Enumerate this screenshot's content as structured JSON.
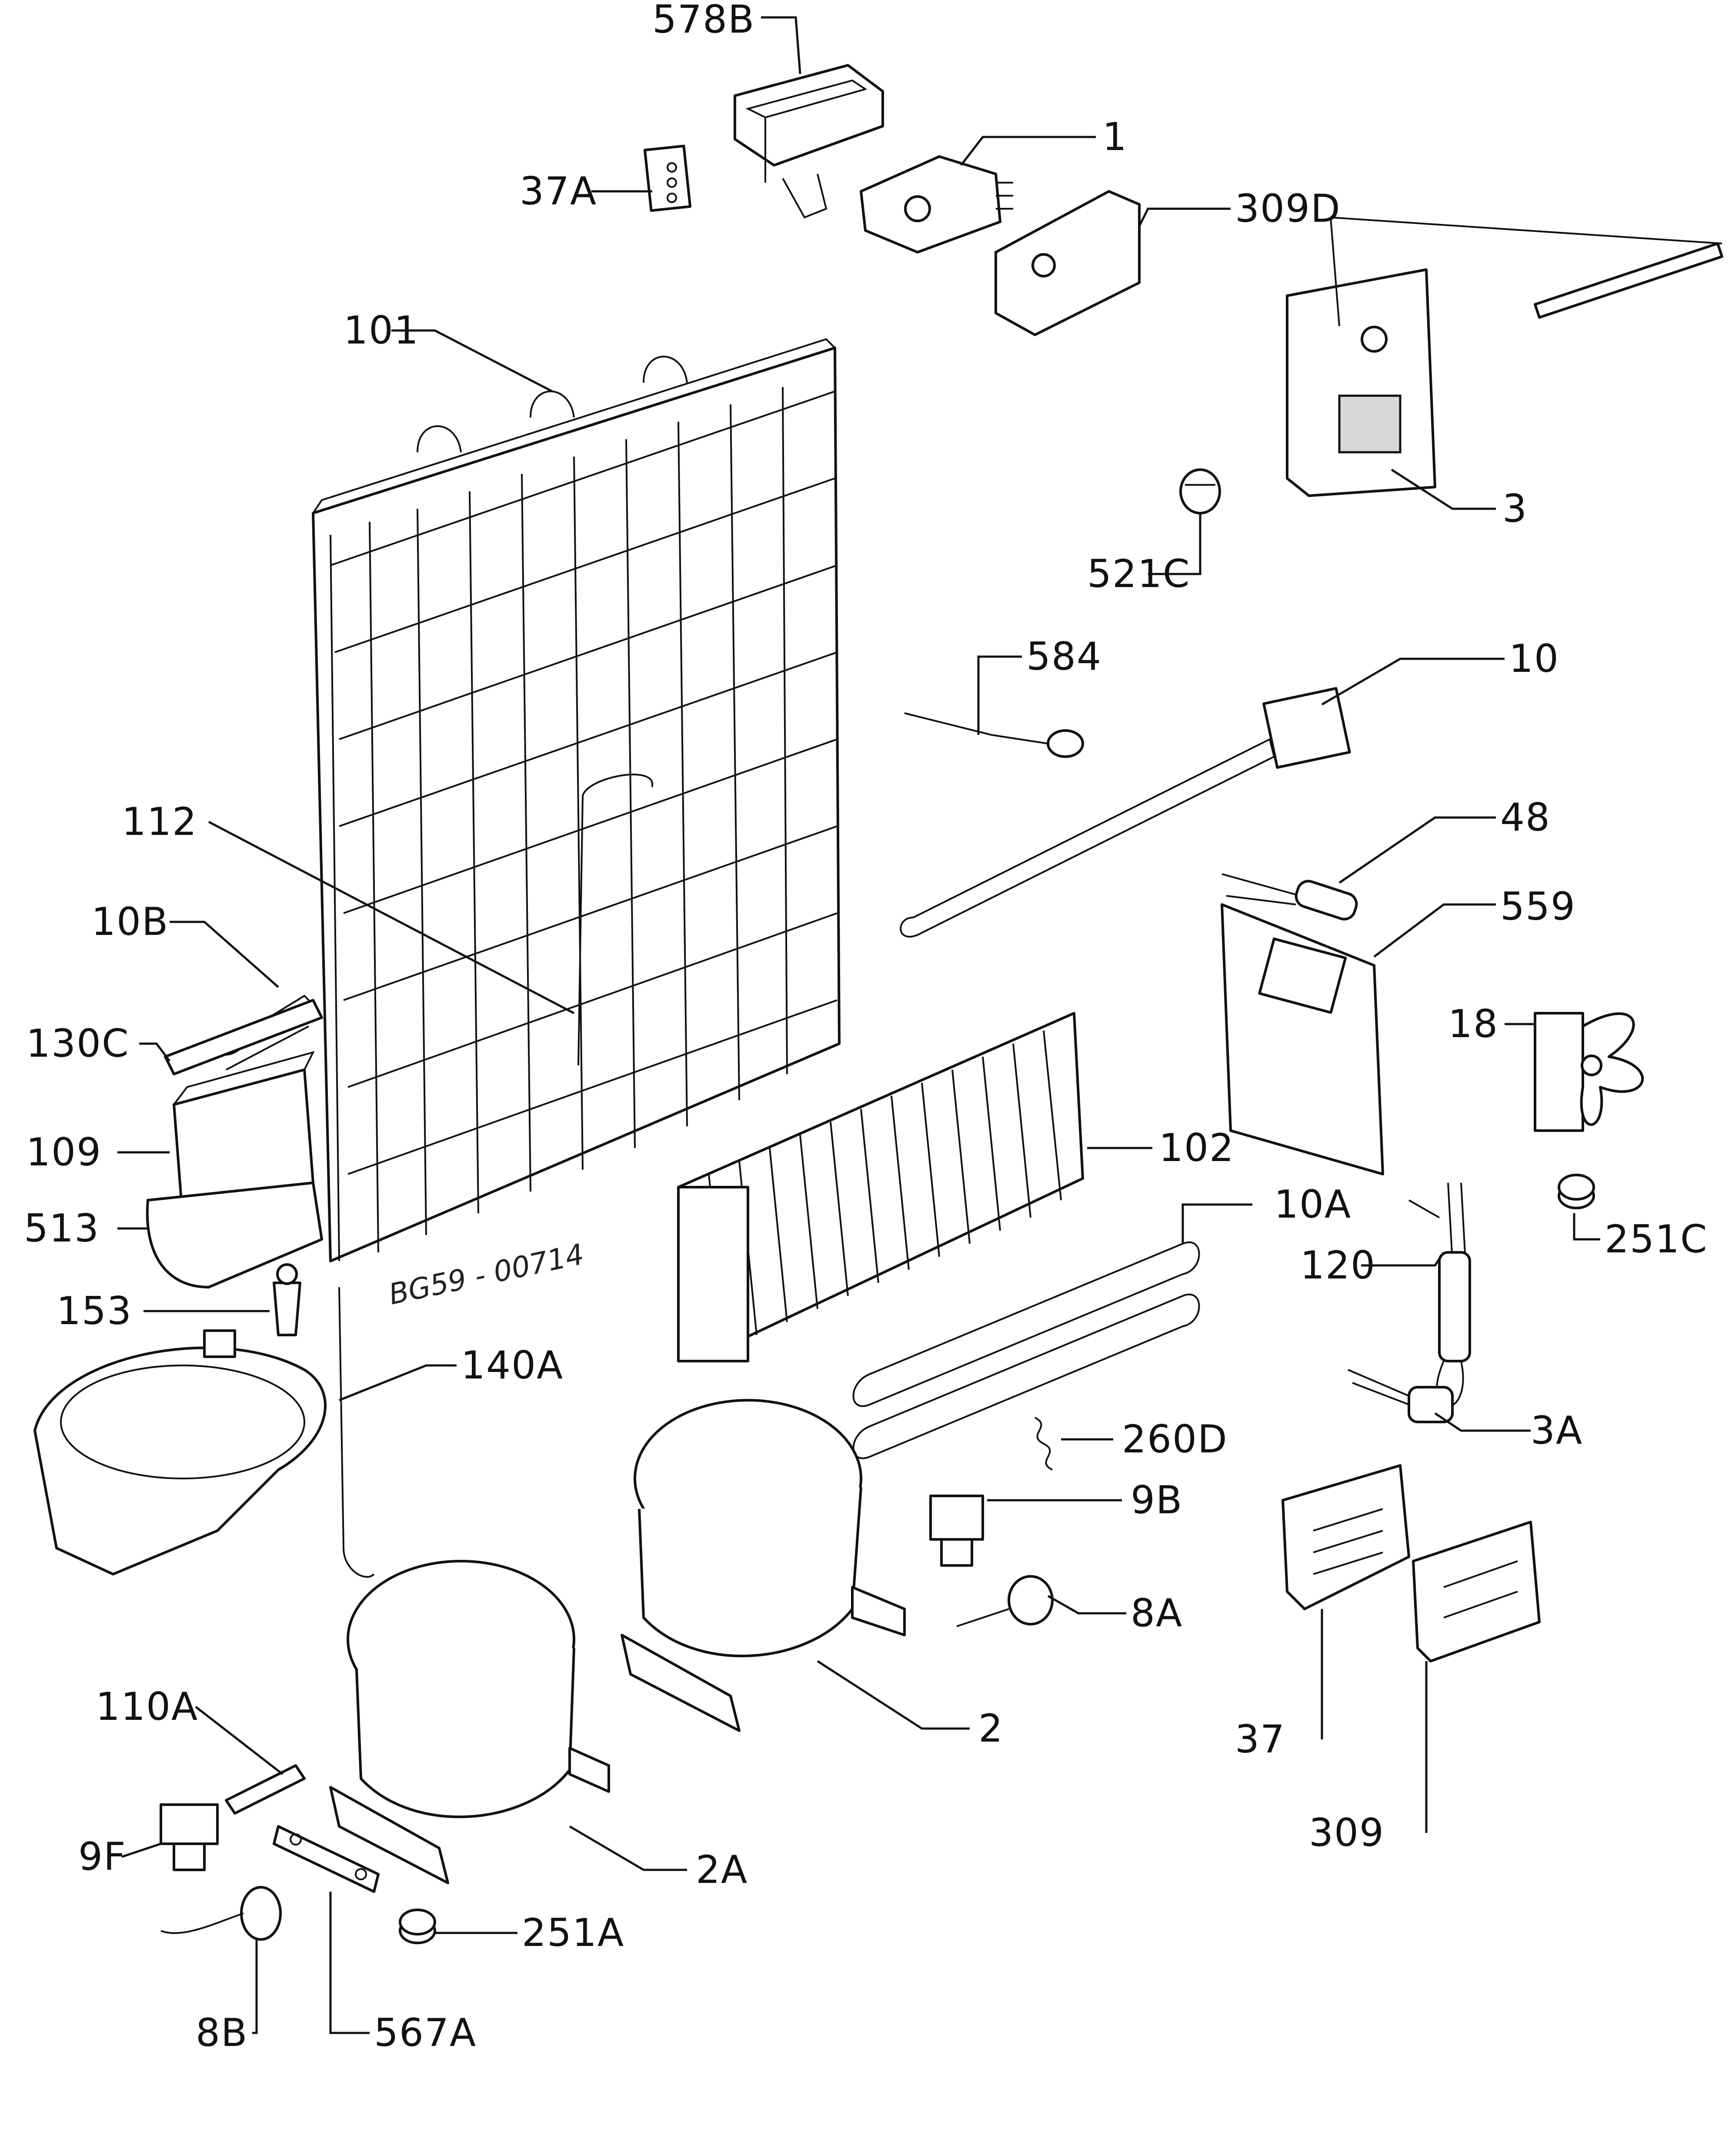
{
  "diagram": {
    "stamp": "BG59 - 00714",
    "labels": [
      {
        "id": "l-578b",
        "num": "578",
        "suf": "B"
      },
      {
        "id": "l-1",
        "num": "1",
        "suf": ""
      },
      {
        "id": "l-37a",
        "num": "37",
        "suf": "A"
      },
      {
        "id": "l-309d",
        "num": "309",
        "suf": "D"
      },
      {
        "id": "l-101",
        "num": "101",
        "suf": ""
      },
      {
        "id": "l-3",
        "num": "3",
        "suf": ""
      },
      {
        "id": "l-521c",
        "num": "521",
        "suf": "C"
      },
      {
        "id": "l-584",
        "num": "584",
        "suf": ""
      },
      {
        "id": "l-10",
        "num": "10",
        "suf": ""
      },
      {
        "id": "l-112",
        "num": "112",
        "suf": ""
      },
      {
        "id": "l-48",
        "num": "48",
        "suf": ""
      },
      {
        "id": "l-559",
        "num": "559",
        "suf": ""
      },
      {
        "id": "l-10b",
        "num": "10",
        "suf": "B"
      },
      {
        "id": "l-18",
        "num": "18",
        "suf": ""
      },
      {
        "id": "l-130c",
        "num": "130",
        "suf": "C"
      },
      {
        "id": "l-109",
        "num": "109",
        "suf": ""
      },
      {
        "id": "l-102",
        "num": "102",
        "suf": ""
      },
      {
        "id": "l-10a",
        "num": "10",
        "suf": "A"
      },
      {
        "id": "l-251c",
        "num": "251",
        "suf": "C"
      },
      {
        "id": "l-513",
        "num": "513",
        "suf": ""
      },
      {
        "id": "l-120",
        "num": "120",
        "suf": ""
      },
      {
        "id": "l-153",
        "num": "153",
        "suf": ""
      },
      {
        "id": "l-140a",
        "num": "140",
        "suf": "A"
      },
      {
        "id": "l-260d",
        "num": "260",
        "suf": "D"
      },
      {
        "id": "l-3a",
        "num": "3",
        "suf": "A"
      },
      {
        "id": "l-9b",
        "num": "9",
        "suf": "B"
      },
      {
        "id": "l-8a",
        "num": "8",
        "suf": "A"
      },
      {
        "id": "l-110a",
        "num": "110",
        "suf": "A"
      },
      {
        "id": "l-2",
        "num": "2",
        "suf": ""
      },
      {
        "id": "l-37",
        "num": "37",
        "suf": ""
      },
      {
        "id": "l-9f",
        "num": "9",
        "suf": "F"
      },
      {
        "id": "l-2a",
        "num": "2",
        "suf": "A"
      },
      {
        "id": "l-309",
        "num": "309",
        "suf": ""
      },
      {
        "id": "l-251a",
        "num": "251",
        "suf": "A"
      },
      {
        "id": "l-8b",
        "num": "8",
        "suf": "B"
      },
      {
        "id": "l-567a",
        "num": "567",
        "suf": "A"
      }
    ]
  }
}
